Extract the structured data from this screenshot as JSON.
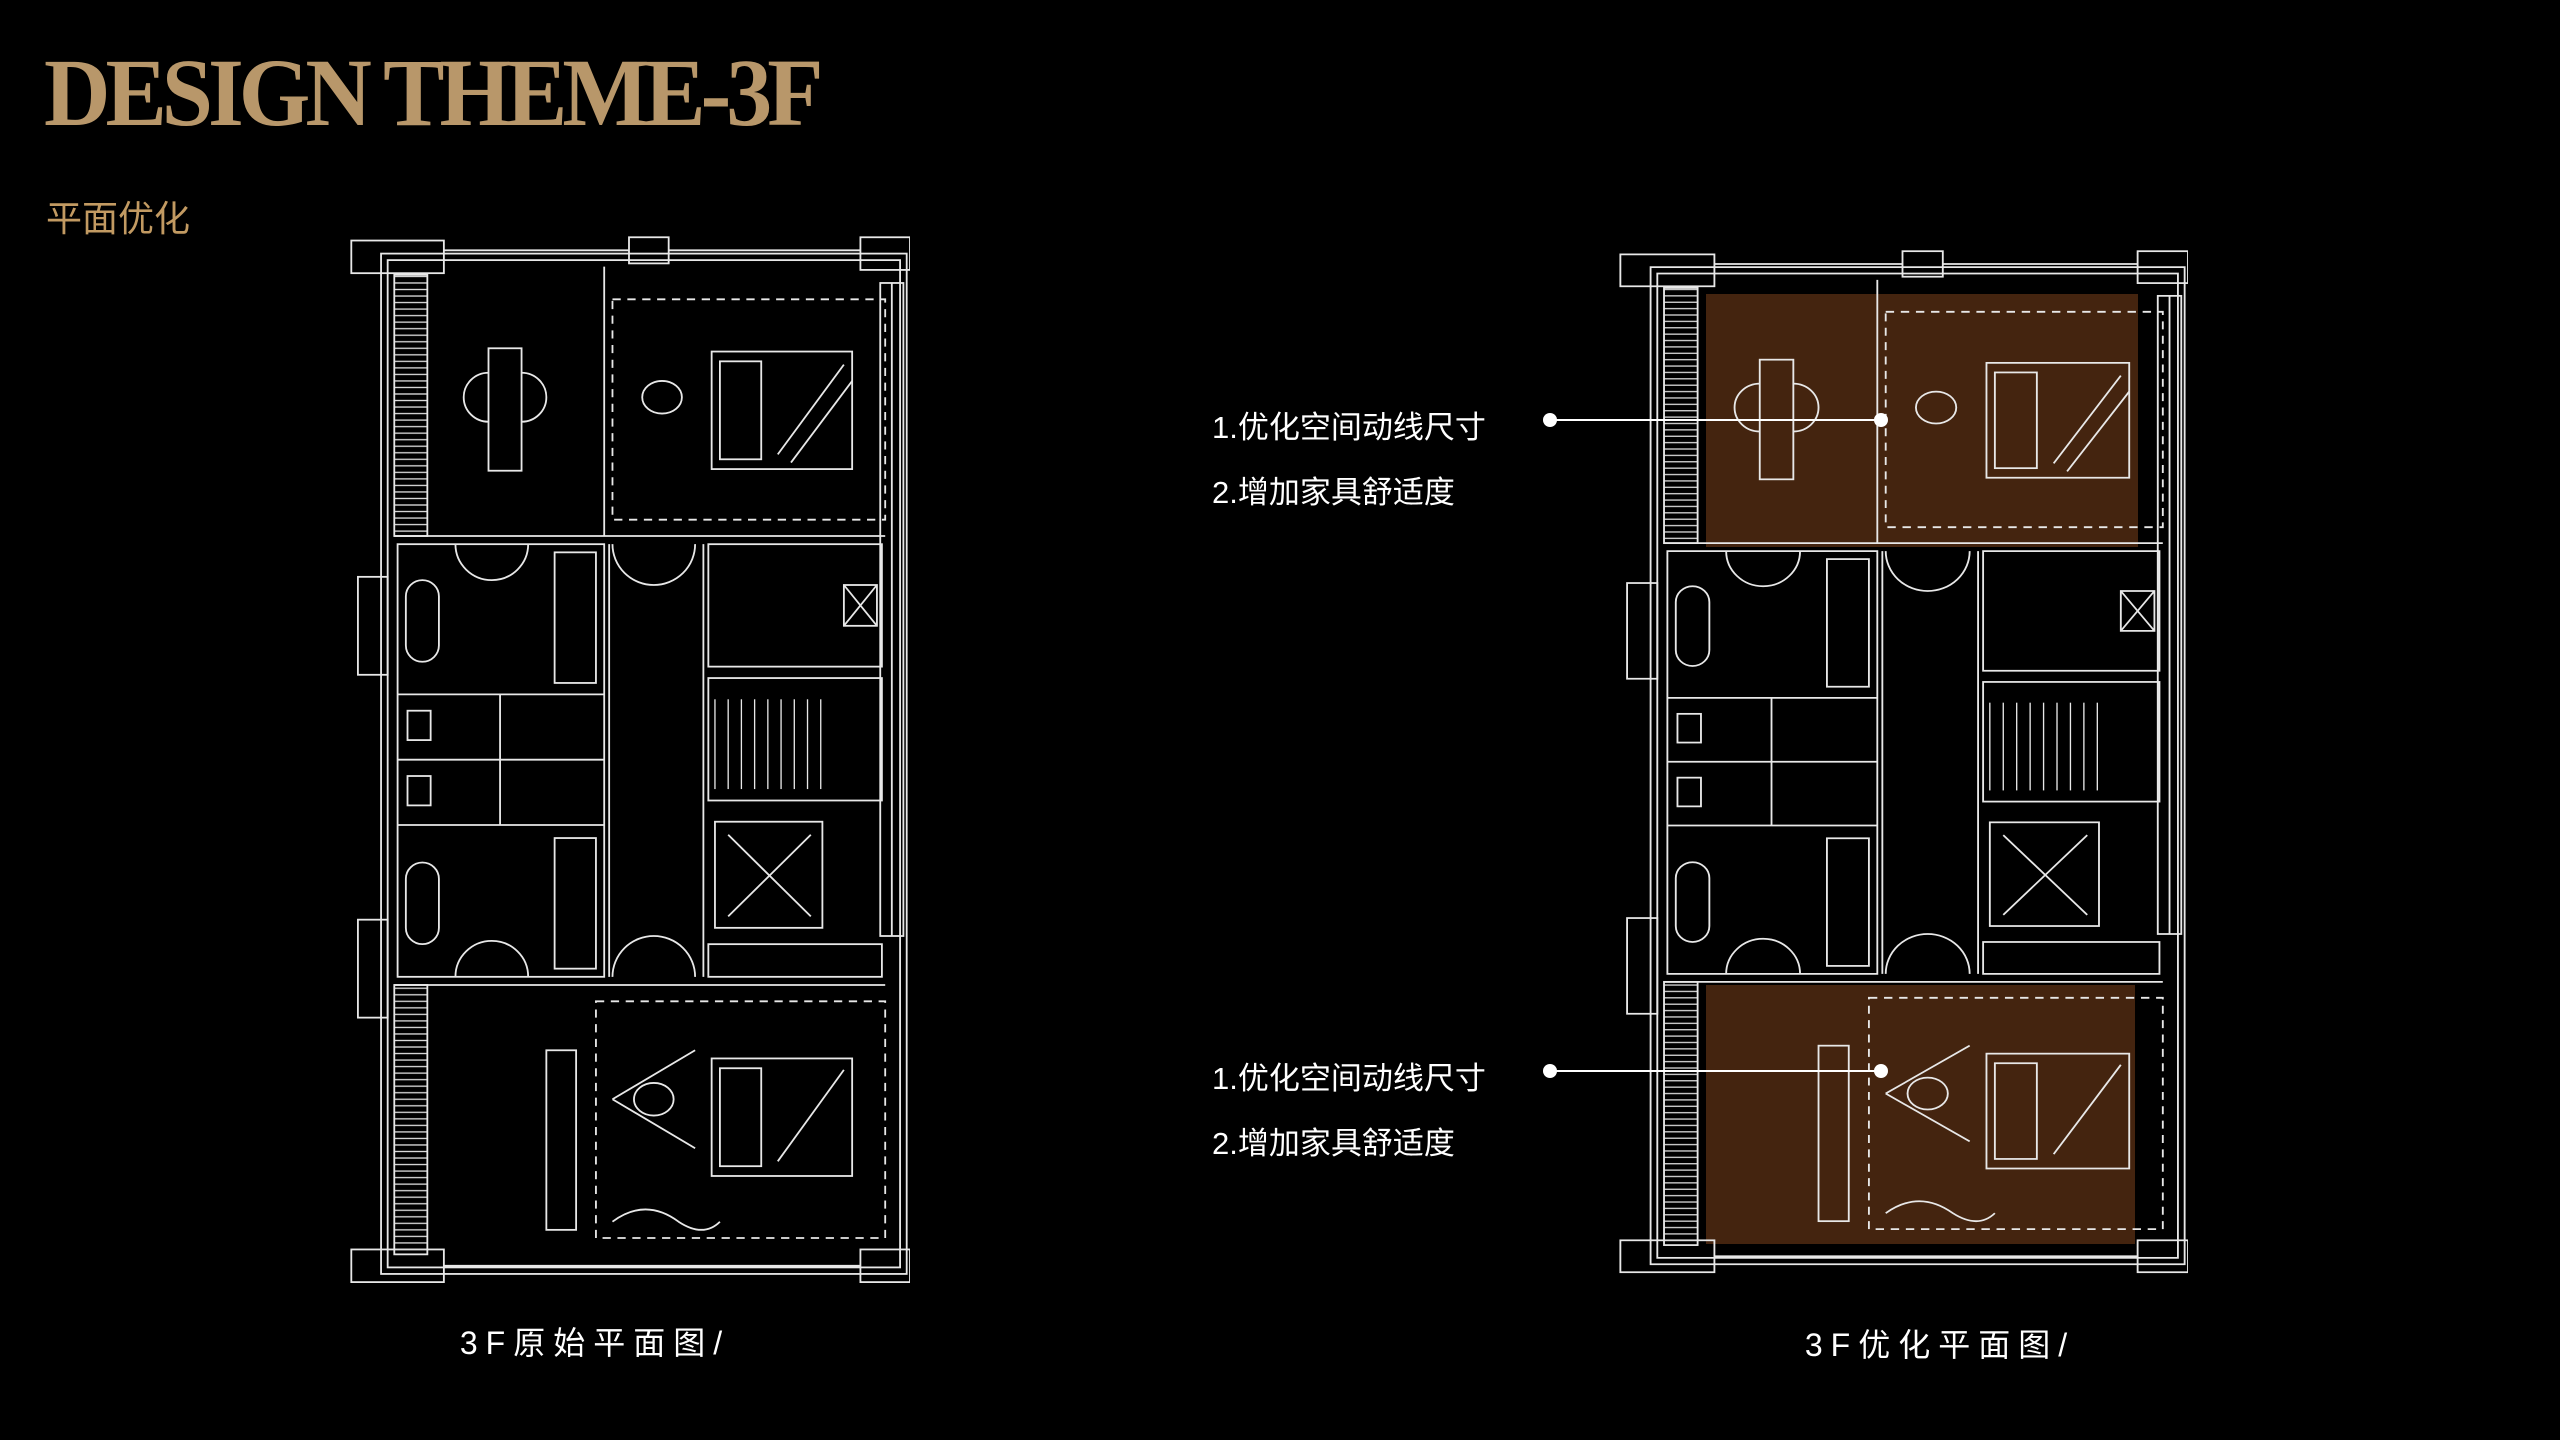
{
  "header": {
    "title": "DESIGN THEME-3F",
    "subtitle": "平面优化"
  },
  "plans": [
    {
      "caption": "3F原始平面图/"
    },
    {
      "caption": "3F优化平面图/"
    }
  ],
  "annotations": [
    {
      "line1": "1.优化空间动线尺寸",
      "line2": "2.增加家具舒适度"
    },
    {
      "line1": "1.优化空间动线尺寸",
      "line2": "2.增加家具舒适度"
    }
  ],
  "colors": {
    "accent": "#b8976a",
    "highlight": "#4a2710",
    "background": "#000000"
  }
}
